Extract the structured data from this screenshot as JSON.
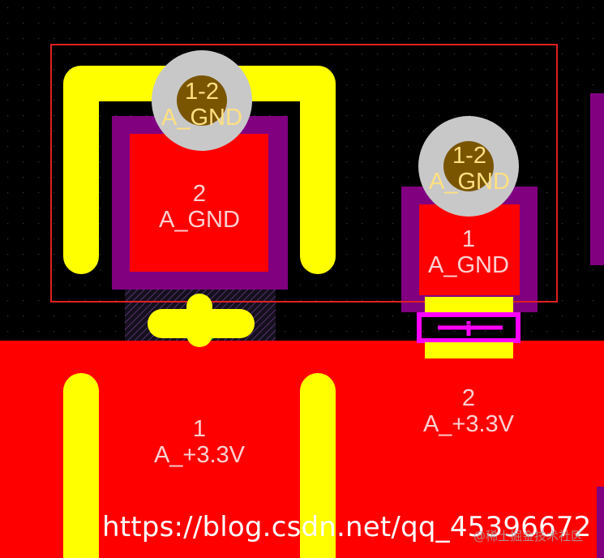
{
  "colors": {
    "board_background": "#000000",
    "copper_pour": "#ff0000",
    "silkscreen": "#ffff00",
    "pad_mask": "#800080",
    "selection_outline": "#e02020",
    "via_ring": "#c8c8c8",
    "via_hole": "#7a5500",
    "via_label": "#ffe080",
    "pad_label": "#ffd0d0",
    "magenta_track": "#ff00ff"
  },
  "vias": [
    {
      "name": "via-left",
      "layers": "1-2",
      "net": "A_GND"
    },
    {
      "name": "via-right",
      "layers": "1-2",
      "net": "A_GND"
    }
  ],
  "pads": [
    {
      "name": "pad-gnd-left",
      "number": "2",
      "net": "A_GND"
    },
    {
      "name": "pad-gnd-right",
      "number": "1",
      "net": "A_GND"
    },
    {
      "name": "pad-3v3-left",
      "number": "1",
      "net": "A_+3.3V"
    },
    {
      "name": "pad-3v3-right",
      "number": "2",
      "net": "A_+3.3V"
    }
  ],
  "watermark": {
    "url": "https://blog.csdn.net/qq_45396672",
    "site": "@稀土掘金技术社区"
  }
}
